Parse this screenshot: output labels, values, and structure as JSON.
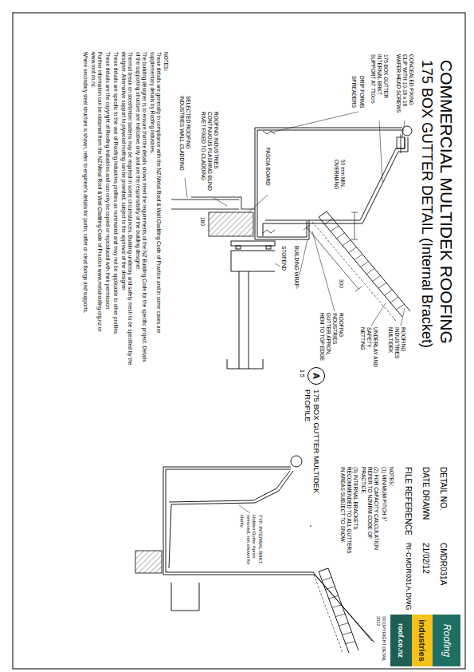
{
  "diagram": {
    "title": "COMMERCIAL MULTIDEK ROOFING",
    "nodes": [
      {
        "text": [
          "A"
        ]
      },
      {
        "text": [
          "Roofing",
          "industries",
          "roof.co.nz"
        ]
      }
    ],
    "labels": [
      "175 BOX GUTTER DETAIL (Internal Bracket)",
      "DETAIL NO.",
      "CMDR031A",
      "DATE DRAWN",
      "21/02/12",
      "FILE REFERENCE",
      "RI-CMDR031A.DWG",
      "NOTES:",
      "(1) MINIMUM PITCH 3°",
      "(2) FOR CAPACITY CALCULATION REFER TO NZMRM CODE OF PRACTICE.",
      "(3) INTERNAL BRACKETS RECOMMENDED TO ALL GUTTERS IN AREAS SUBJECT TO SNOW.",
      "CONCEALED FIXING CLIP WITH 10-16 x 16 WAFER HEAD SCREWS",
      "175 BOX GUTTER INTERNAL BRKT SUPPORT AT 750crs",
      "DRIP FORMS",
      "SPREADERS",
      "50 mm MIN. OVERHANG",
      "FASCIA BOARD",
      "ROOFING INDUSTRIES CONTINUOUS FLASHING BLIND RIVET FIXED TO CLADDING",
      "SELECTED ROOFING INDUSTRIES WALL CLADDING",
      "180",
      "STOPEND",
      "BUILDING WRAP",
      "300",
      "ROOFING INDUSTRIES GUTTER APRON, HEM TO TOP EDGE",
      "UNDERLAY AND SAFETY NETTING",
      "ROOFING INDUSTRIES MULTIDEK",
      "1:5",
      "175 BOX GUTTER MULTIDEK PROFILE",
      "TYP. INTERNAL BRKT. Hidden Gutter Apron removed, not shown for clarity.",
      "©COPYRIGHT DETAIL 2012",
      "NOTES:",
      "These details are generally in compliance with the NZ Metal Roof & Wall Cladding Code of Practice and in some cases are supplementary details by Roofing Industries.",
      "The building designer is to ensure that the details shown meet the requirements of the NZ Building Code for the specific project. Details of the supporting structure are indicative only and are the responsibility of the building designer.",
      "Thermal break on steel/timber battens may be required in some circumstances. Building underlay and safety mesh to be specified by the designer. Alternative support to plywood roofing can be provided, subject to the approval of the designer.",
      "These details are specific to the use of Roofing Industries profiles as nominated and may not be applicable to other profiles.",
      "These details are the copyright of Roofing Industries and can only be copied or reproduced with their permission.",
      "Further information can be obtained from the NZ Metal Roof & Wall Cladding Code of Practice www.metalroofing.org.nz or www.roof.co.nz.",
      "Where secondary steel structure is shown, refer to engineer's details for purlin, rafter or cleat fixings and supports."
    ]
  }
}
